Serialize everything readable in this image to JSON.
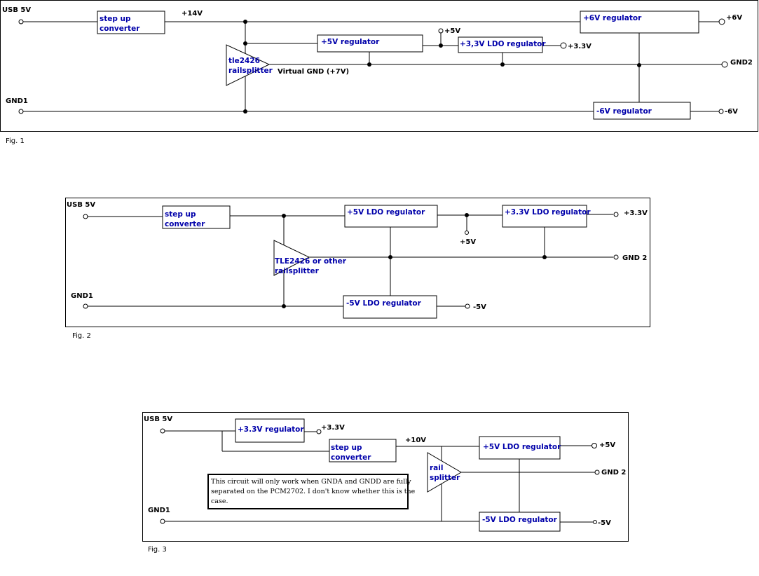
{
  "fig1": {
    "caption": "Fig. 1",
    "usb": "USB 5V",
    "gnd1": "GND1",
    "stepup_l1": "step up",
    "stepup_l2": "converter",
    "v14": "+14V",
    "reg6": "+6V regulator",
    "out6": "+6V",
    "reg5": "+5V regulator",
    "out5": "+5V",
    "reg33": "+3,3V LDO regulator",
    "out33": "+3.3V",
    "splitter_l1": "tle2426",
    "splitter_l2": "railsplitter",
    "vgnd": "Virtual GND (+7V)",
    "gnd2": "GND2",
    "regm6": "-6V regulator",
    "outm6": "-6V"
  },
  "fig2": {
    "caption": "Fig. 2",
    "usb": "USB 5V",
    "gnd1": "GND1",
    "stepup_l1": "step up",
    "stepup_l2": "converter",
    "reg5": "+5V LDO regulator",
    "out5": "+5V",
    "reg33": "+3.3V LDO regulator",
    "out33": "+3.3V",
    "splitter_l1": "TLE2426 or other",
    "splitter_l2": "railsplitter",
    "gnd2": "GND 2",
    "regm5": "-5V LDO regulator",
    "outm5": "-5V"
  },
  "fig3": {
    "caption": "Fig. 3",
    "usb": "USB 5V",
    "gnd1": "GND1",
    "reg33": "+3.3V regulator",
    "out33": "+3.3V",
    "stepup_l1": "step up",
    "stepup_l2": "converter",
    "v10": "+10V",
    "reg5": "+5V LDO regulator",
    "out5": "+5V",
    "splitter_l1": "rail",
    "splitter_l2": "splitter",
    "gnd2": "GND 2",
    "regm5": "-5V LDO regulator",
    "outm5": "-5V",
    "note_l1": "This circuit will only work when GNDA and GNDD are fully",
    "note_l2": "separated on the PCM2702. I don't know whether this is the",
    "note_l3": "case."
  }
}
